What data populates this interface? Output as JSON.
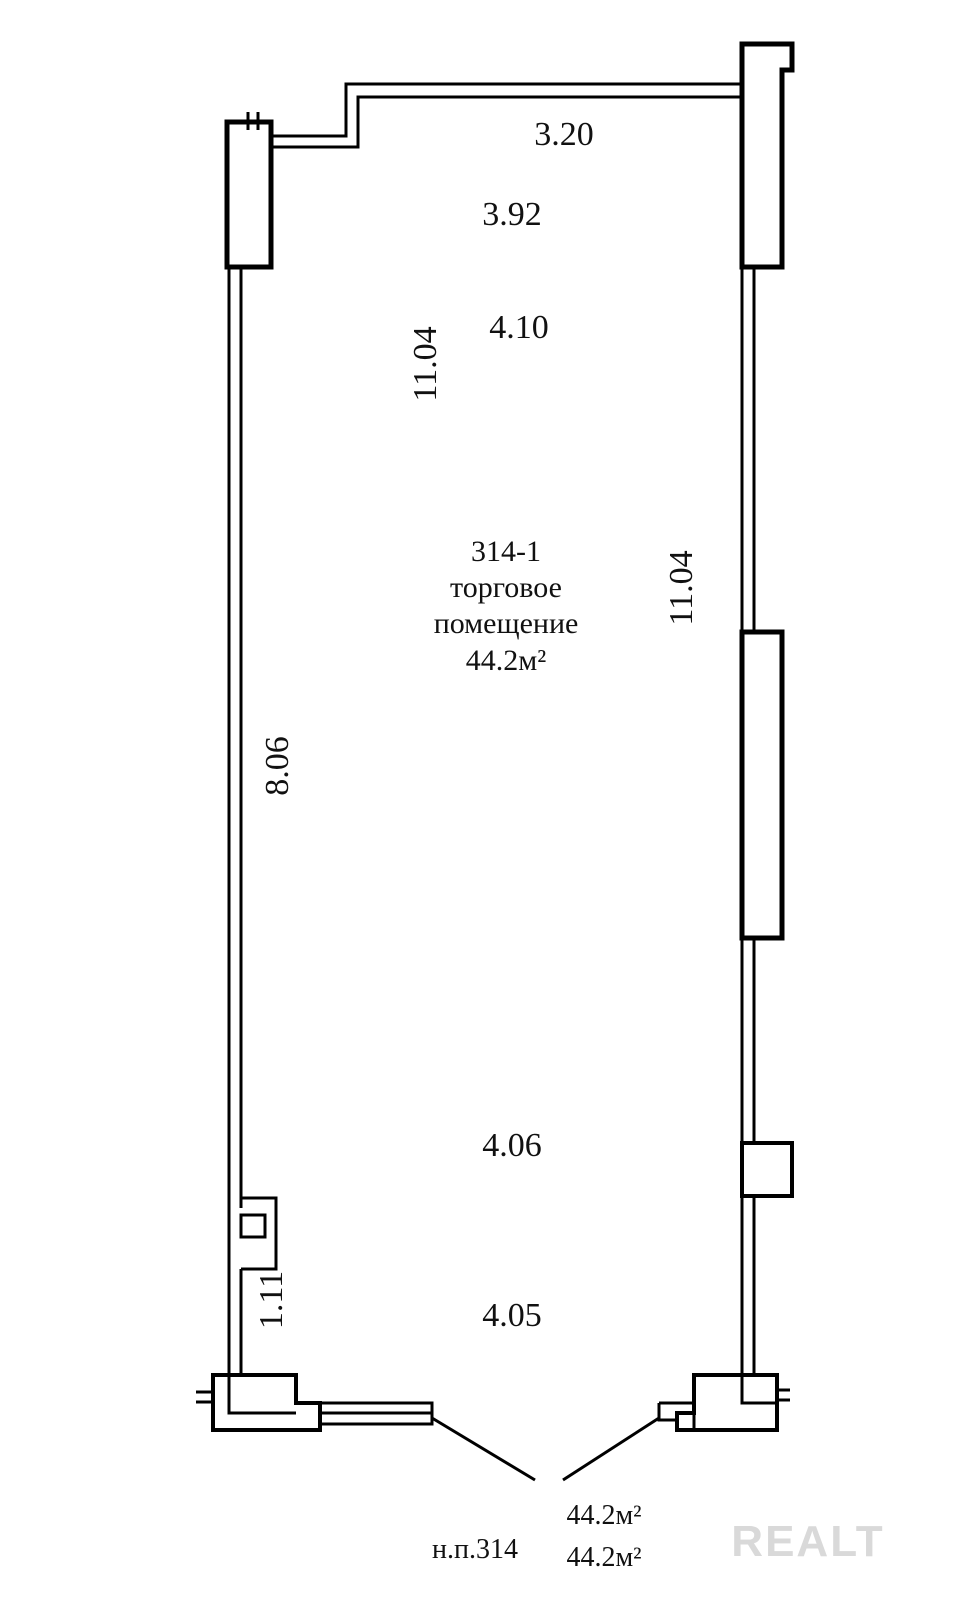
{
  "room": {
    "number": "314-1",
    "name_line1": "торговое",
    "name_line2": "помещение",
    "area": "44.2м²"
  },
  "dimensions": {
    "top_3_20": "3.20",
    "d_3_92": "3.92",
    "d_4_10": "4.10",
    "left_inner_11_04": "11.04",
    "right_11_04": "11.04",
    "left_8_06": "8.06",
    "d_4_06": "4.06",
    "d_4_05": "4.05",
    "d_1_11": "1.11"
  },
  "footer": {
    "unit_label": "н.п.314",
    "area_1": "44.2м²",
    "area_2": "44.2м²"
  },
  "watermark": "REALT"
}
